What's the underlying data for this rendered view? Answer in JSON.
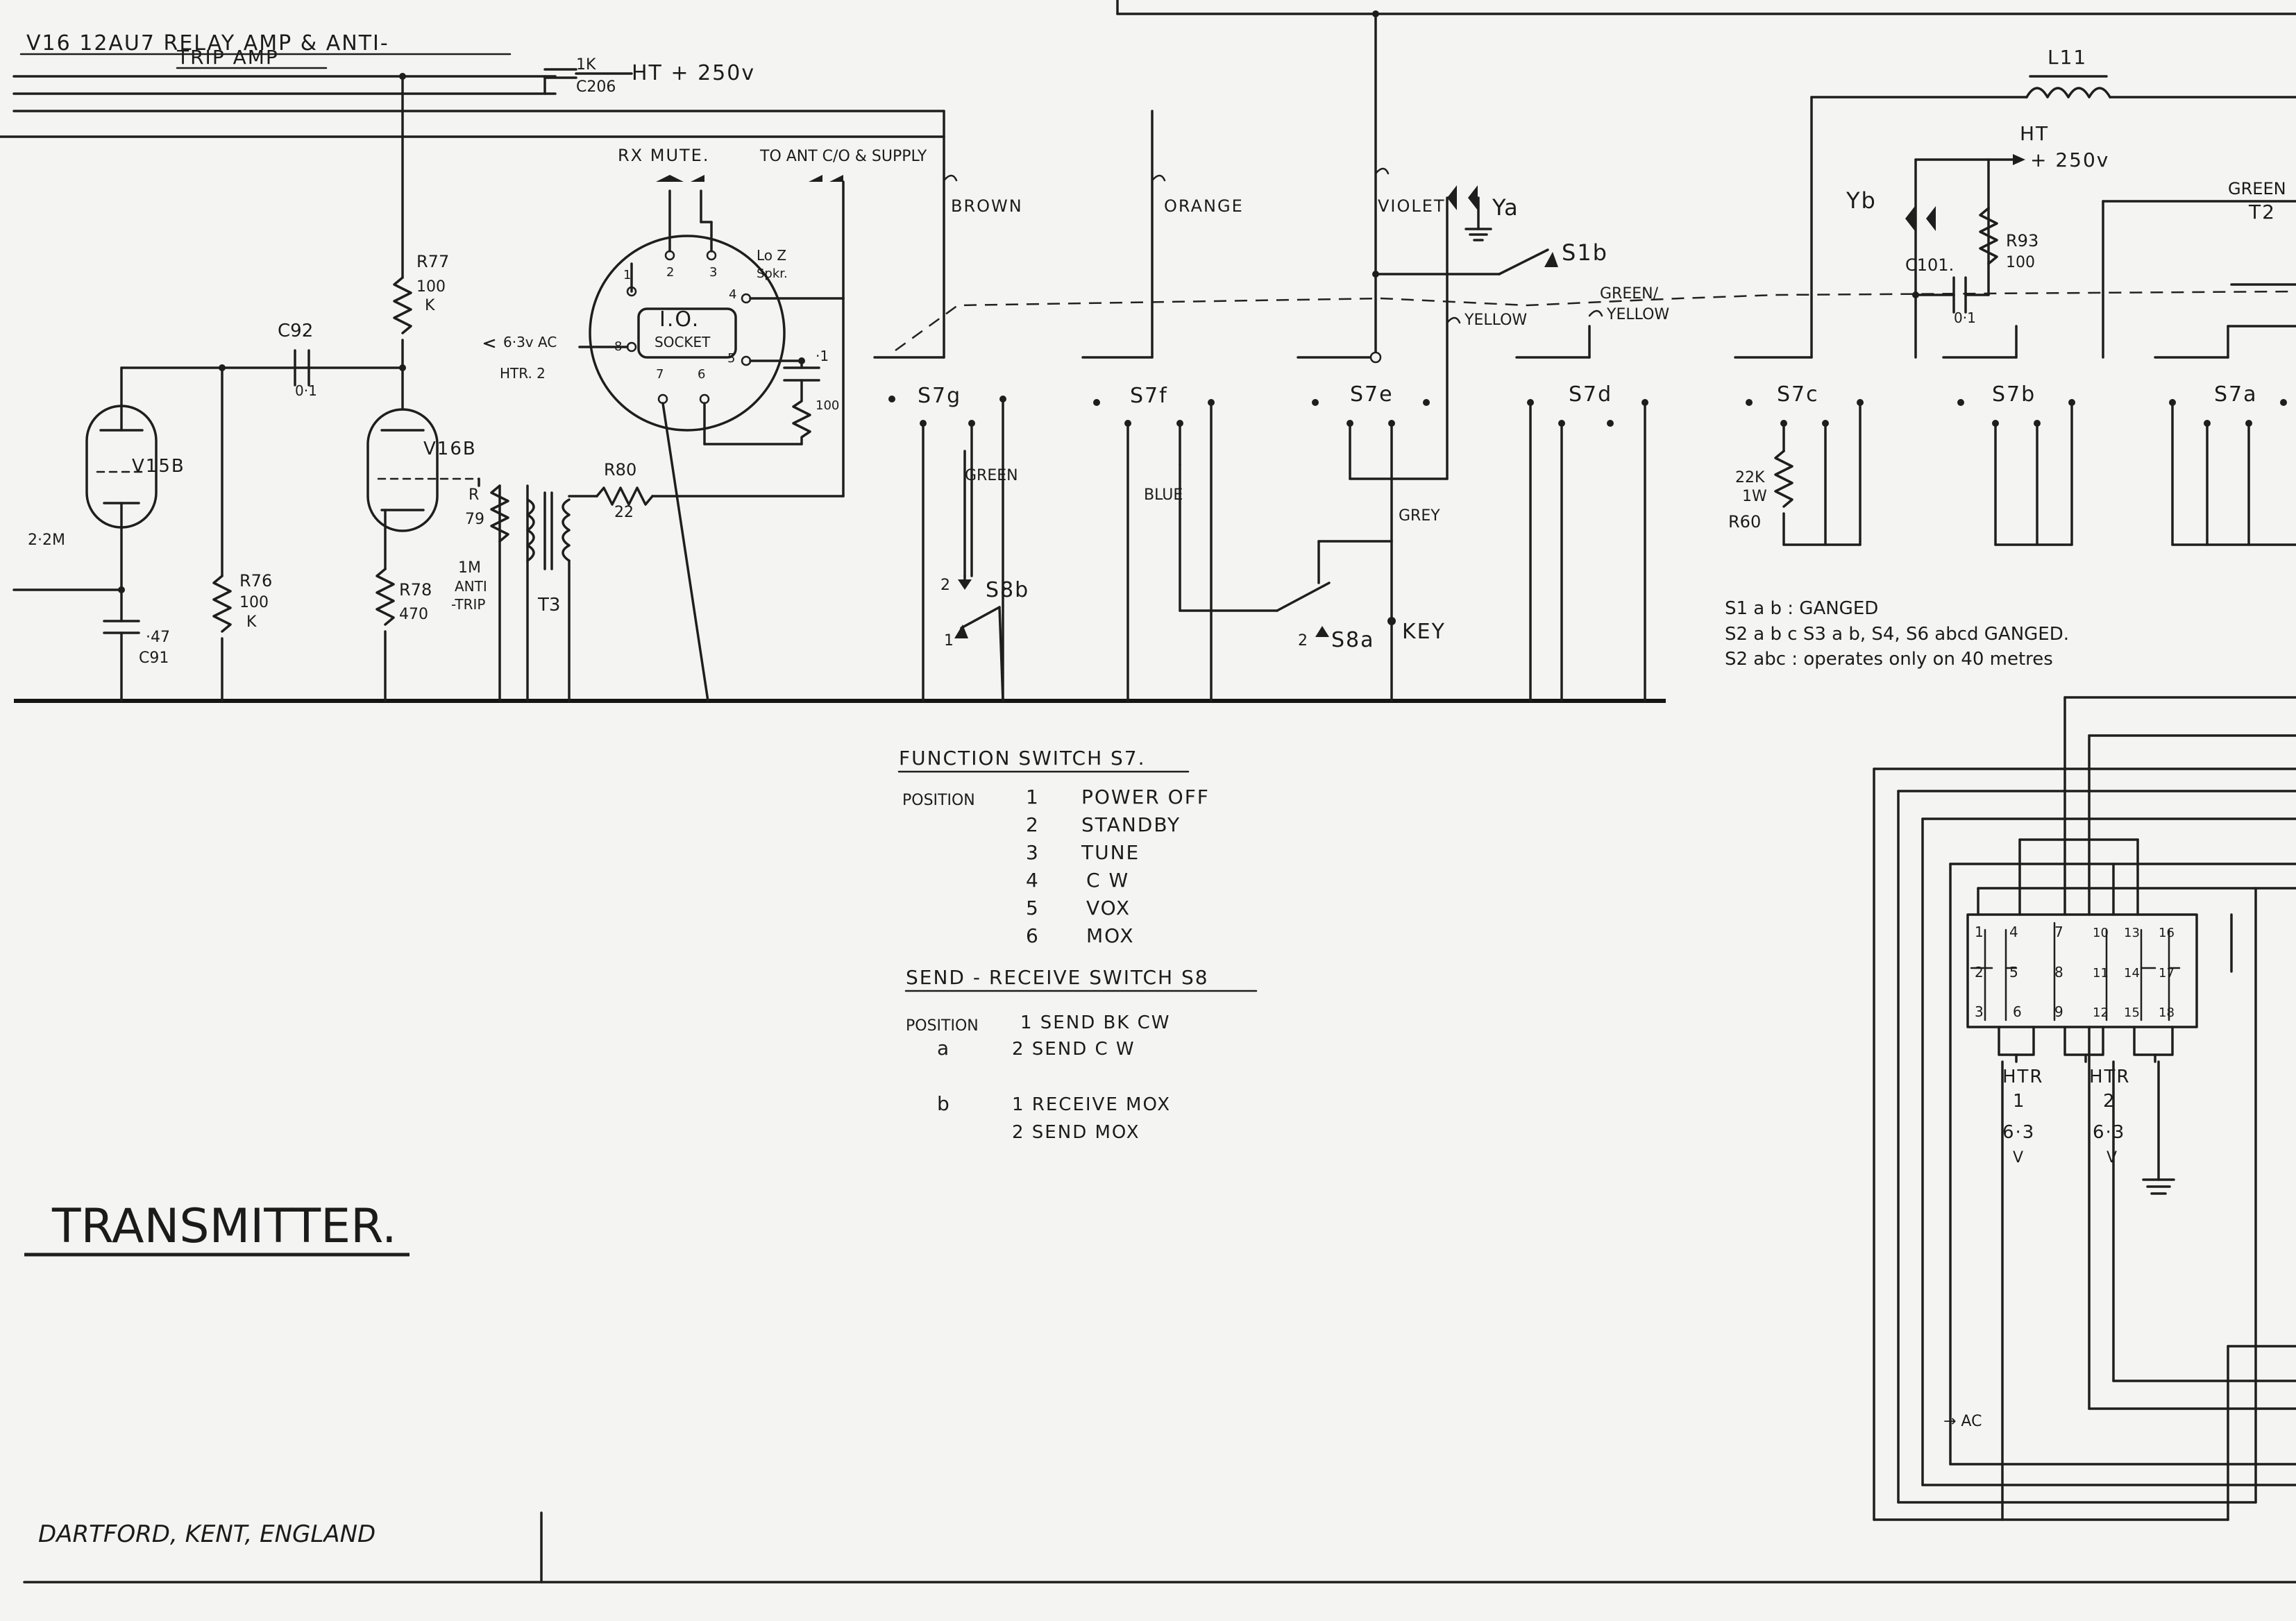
{
  "header": {
    "tube_line1": "V16   12AU7   RELAY AMP & ANTI-",
    "tube_line2": "TRIP AMP",
    "ht_top": "HT + 250v",
    "c206": "C206",
    "c206_val": "1K"
  },
  "labels": {
    "rx_mute": "RX MUTE.",
    "to_ant": "TO ANT C/O & SUPPLY",
    "brown": "BROWN",
    "orange": "ORANGE",
    "violet": "VIOLET",
    "ya": "Ya",
    "s1b": "S1b",
    "yellow": "YELLOW",
    "green_yellow_1": "GREEN/",
    "green_yellow_2": "YELLOW",
    "yb": "Yb",
    "l11": "L11",
    "ht_right": "HT",
    "ht_right_v": "+ 250v",
    "green_t2": "GREEN",
    "t2": "T2",
    "r93": "R93",
    "r93_val": "100",
    "c101": "C101.",
    "c101_val": "0·1",
    "r77": "R77",
    "r77_val1": "100",
    "r77_val2": "K",
    "c92": "C92",
    "c92_val": "0·1",
    "htr2_a": "6·3v AC",
    "htr2_b": "HTR. 2",
    "io1": "I.O.",
    "io2": "SOCKET",
    "lo_z": "Lo Z",
    "spkr": "Spkr.",
    "v15b": "V15B",
    "v16b": "V16B",
    "r_79": "R",
    "r_79b": "79",
    "r79_val1": "1M",
    "r79_val2": "ANTI",
    "r79_val3": "-TRIP",
    "r80": "R80",
    "r80_val": "22",
    "t3": "T3",
    "r76": "R76",
    "r76_val1": "100",
    "r76_val2": "K",
    "r78": "R78",
    "r78_val": "470",
    "c91": "C91",
    "c91_val": "·47",
    "r_22m": "2·2M",
    "green": "GREEN",
    "blue": "BLUE",
    "grey": "GREY",
    "key": "KEY",
    "s8b": "S8b",
    "s8a": "S8a",
    "r60_1": "22K",
    "r60_2": "1W",
    "r60_3": "R60",
    "cap100": "100",
    "s7g": "S7g",
    "s7f": "S7f",
    "s7e": "S7e",
    "s7d": "S7d",
    "s7c": "S7c",
    "s7b": "S7b",
    "s7a": "S7a",
    "htr1": "HTR",
    "htr1_n": "1",
    "htr1_v": "6·3",
    "htr1_u": "V",
    "htr2": "HTR",
    "htr2_n": "2",
    "htr2_v": "6·3",
    "htr2_u": "V",
    "ac": "→ AC"
  },
  "notes": [
    "S1 a b : GANGED",
    "S2 a b c  S3 a b, S4, S6 abcd  GANGED.",
    "S2 abc : operates only on 40 metres"
  ],
  "function_switch": {
    "title": "FUNCTION  SWITCH  S7.",
    "position_label": "POSITION",
    "positions": [
      {
        "n": "1",
        "label": "POWER  OFF"
      },
      {
        "n": "2",
        "label": "STANDBY"
      },
      {
        "n": "3",
        "label": "TUNE"
      },
      {
        "n": "4",
        "label": "C W"
      },
      {
        "n": "5",
        "label": "VOX"
      },
      {
        "n": "6",
        "label": "MOX"
      }
    ]
  },
  "send_receive": {
    "title": "SEND - RECEIVE  SWITCH  S8",
    "position_label": "POSITION",
    "a": "a",
    "b": "b",
    "rows": [
      "1  SEND  BK  CW",
      "2  SEND  C W",
      "1  RECEIVE  MOX",
      "2  SEND  MOX"
    ]
  },
  "title": "TRANSMITTER.",
  "footer": "DARTFORD,     KENT,    ENGLAND"
}
